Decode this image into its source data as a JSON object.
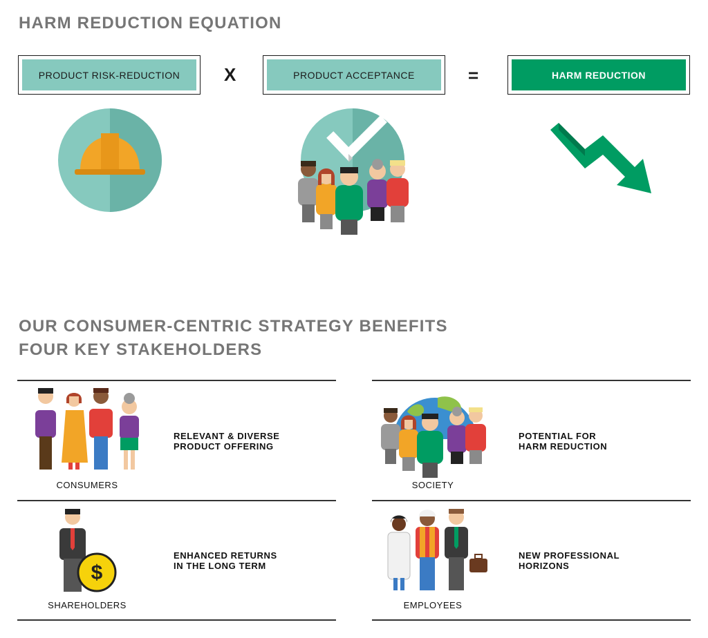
{
  "equation": {
    "title": "HARM REDUCTION EQUATION",
    "term1": "PRODUCT RISK-REDUCTION",
    "operator1": "X",
    "term2": "PRODUCT ACCEPTANCE",
    "operator2": "=",
    "result": "HARM REDUCTION"
  },
  "strategy": {
    "title_line1": "OUR CONSUMER-CENTRIC STRATEGY BENEFITS",
    "title_line2": "FOUR KEY STAKEHOLDERS"
  },
  "stakeholders": [
    {
      "label": "CONSUMERS",
      "benefit_line1": "RELEVANT & DIVERSE",
      "benefit_line2": "PRODUCT OFFERING"
    },
    {
      "label": "SOCIETY",
      "benefit_line1": "POTENTIAL FOR",
      "benefit_line2": "HARM REDUCTION"
    },
    {
      "label": "SHAREHOLDERS",
      "benefit_line1": "ENHANCED RETURNS",
      "benefit_line2": "IN THE LONG TERM"
    },
    {
      "label": "EMPLOYEES",
      "benefit_line1": "NEW PROFESSIONAL",
      "benefit_line2": "HORIZONS"
    }
  ],
  "colors": {
    "heading": "#767676",
    "mint": "#86c9be",
    "mint_dark": "#6ab3a7",
    "green": "#009c62",
    "orange": "#f2a527",
    "purple": "#7b3f99",
    "red": "#e2403a",
    "gold": "#f6d20b"
  },
  "icons": [
    "hard-hat-icon",
    "checkmark-icon",
    "down-trend-arrow-icon",
    "globe-icon",
    "dollar-coin-icon",
    "briefcase-icon"
  ]
}
